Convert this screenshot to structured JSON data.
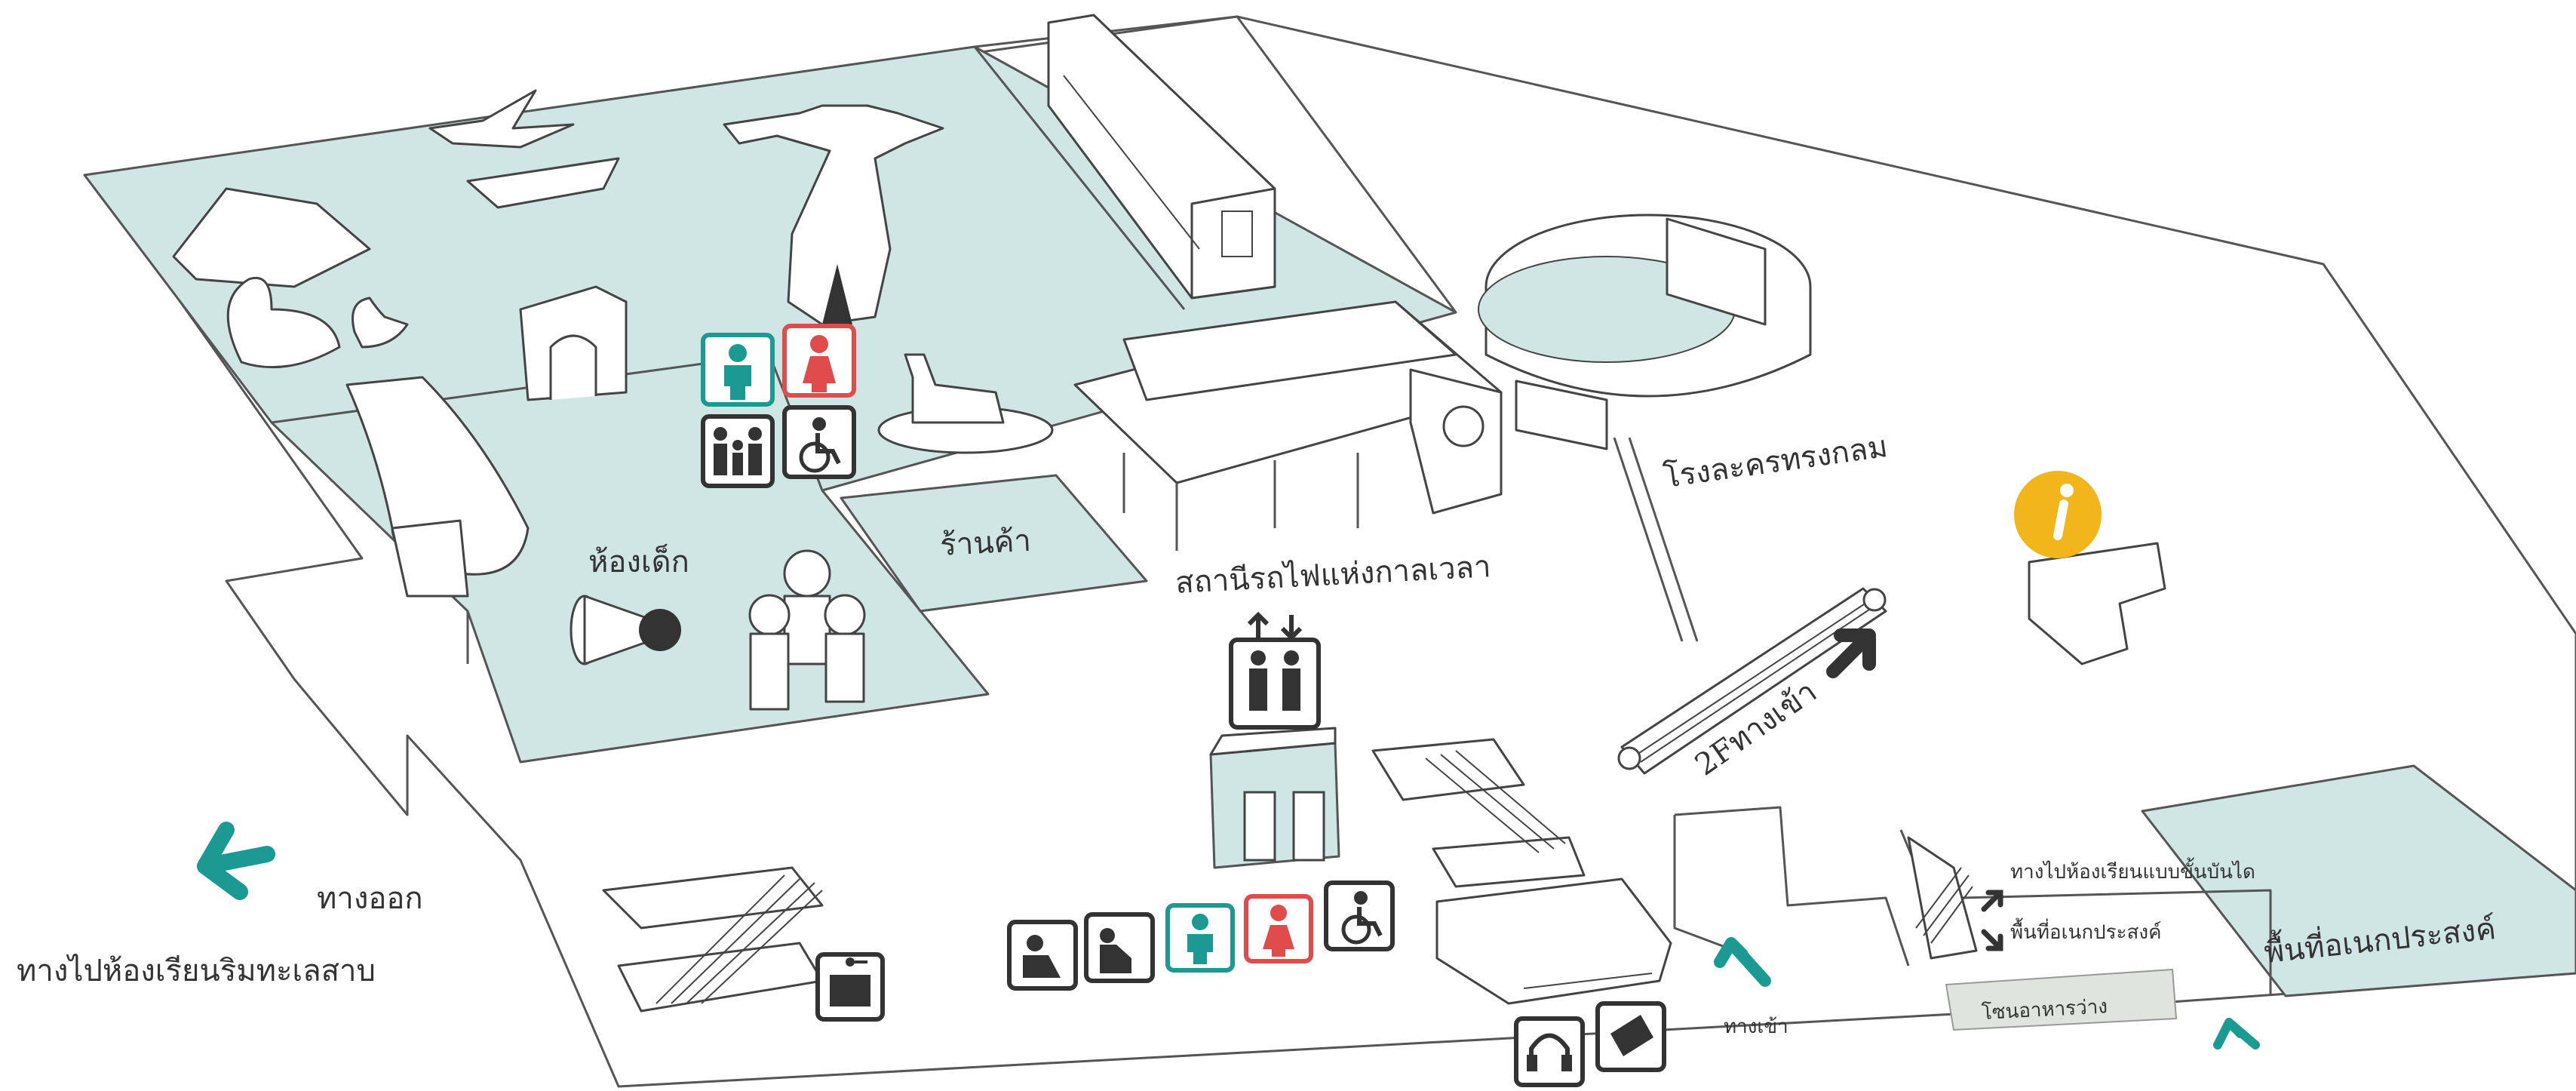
{
  "labels": {
    "kids_room": "ห้องเด็ก",
    "shop": "ร้านค้า",
    "time_station": "สถานีรถไฟแห่งกาลเวลา",
    "round_theater": "โรงละครทรงกลม",
    "upstairs_entrance": "2Fทางเข้า",
    "exit": "ทางออก",
    "to_lakeside_classroom": "ทางไปห้องเรียนริมทะเลสาบ",
    "entrance": "ทางเข้า",
    "to_step_classroom": "ทางไปห้องเรียนแบบขั้นบันได",
    "multipurpose_small": "พื้นที่อเนกประสงค์",
    "multipurpose_large": "พื้นที่อเนกประสงค์",
    "free_dining": "โซนอาหารว่าง"
  },
  "colors": {
    "floor_teal": "#cfe6e4",
    "accent_teal": "#1a9a93",
    "accent_red": "#e04b4b",
    "info_yellow": "#f2b51a",
    "line": "#555555",
    "icon_dark": "#333333"
  },
  "icons": [
    "restroom-men-icon",
    "restroom-women-icon",
    "family-restroom-icon",
    "accessible-icon",
    "elevator-icon",
    "nursing-room-icon",
    "drinking-fountain-icon",
    "audio-guide-icon",
    "ticket-icon",
    "locker-icon",
    "information-icon"
  ]
}
